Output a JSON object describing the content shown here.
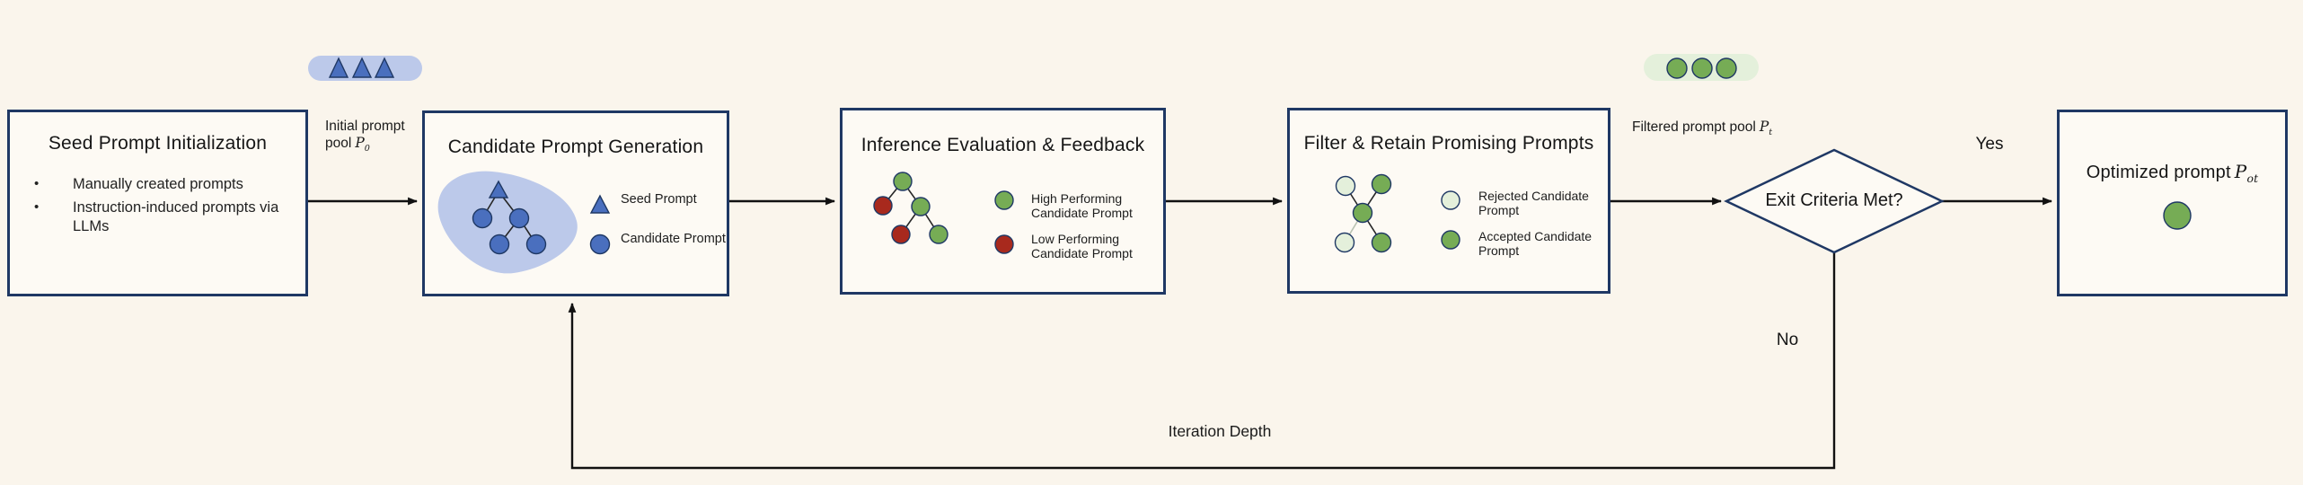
{
  "colors": {
    "background": "#faf5ec",
    "navy_border": "#1f3864",
    "blue_fill": "#4a6fbe",
    "blue_light": "#bcc9ea",
    "green_fill": "#76ac55",
    "green_light": "#e4f0db",
    "red_fill": "#a8291d",
    "line_black": "#111111"
  },
  "flow": {
    "seed_box": {
      "title": "Seed Prompt Initialization",
      "bullets": [
        "Manually created prompts",
        "Instruction-induced prompts via LLMs"
      ]
    },
    "generation_box": {
      "title": "Candidate Prompt Generation",
      "legend": [
        {
          "icon": "seed-triangle",
          "label": "Seed Prompt"
        },
        {
          "icon": "candidate-circle",
          "label": "Candidate Prompt"
        }
      ]
    },
    "evaluation_box": {
      "title": "Inference Evaluation & Feedback",
      "legend": [
        {
          "icon": "green-circle",
          "label": "High Performing Candidate Prompt"
        },
        {
          "icon": "red-circle",
          "label": "Low Performing Candidate Prompt"
        }
      ]
    },
    "filter_box": {
      "title": "Filter & Retain Promising Prompts",
      "legend": [
        {
          "icon": "pale-circle",
          "label": "Rejected Candidate Prompt"
        },
        {
          "icon": "green-circle",
          "label": "Accepted Candidate Prompt"
        }
      ]
    },
    "decision": {
      "label": "Exit Criteria Met?",
      "yes": "Yes",
      "no": "No"
    },
    "output_box": {
      "title": "Optimized prompt",
      "symbol": "P",
      "sub": "ot"
    }
  },
  "annotations": {
    "initial_pool": {
      "line1": "Initial prompt",
      "line2": "pool",
      "symbol": "P",
      "sub": "0"
    },
    "filtered_pool": {
      "text": "Filtered prompt pool",
      "symbol": "P",
      "sub": "t"
    },
    "iteration_depth": "Iteration Depth"
  }
}
